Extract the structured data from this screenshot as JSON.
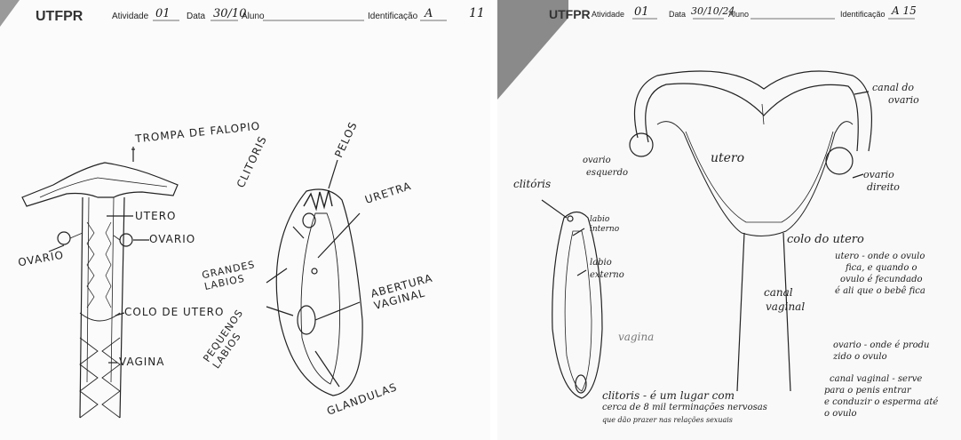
{
  "left": {
    "header": {
      "logo": "UTFPR",
      "atividade_label": "Atividade",
      "atividade_value": "01",
      "data_label": "Data",
      "data_value": "30/10",
      "aluno_label": "Aluno",
      "identificacao_label": "Identificação",
      "identificacao_value": "A",
      "page_number": "11"
    },
    "labels": {
      "trompa": "TROMPA DE FALOPIO",
      "utero": "UTERO",
      "ovario_right": "OVARIO",
      "ovario_left": "OVARIO",
      "colo": "COLO DE UTERO",
      "vagina": "VAGINA",
      "clitoris": "CLITORIS",
      "pelos": "PELOS",
      "uretra": "URETRA",
      "grandes_labios": "GRANDES LABIOS",
      "pequenos_labios": "PEQUENOS LABIOS",
      "abertura_vaginal": "ABERTURA VAGINAL",
      "glandulas": "GLANDULAS"
    }
  },
  "right": {
    "header": {
      "logo": "UTFPR",
      "atividade_label": "Atividade",
      "atividade_value": "01",
      "data_label": "Data",
      "data_value": "30/10/24",
      "aluno_label": "Aluno",
      "identificacao_label": "Identificação",
      "identificacao_value": "A 15"
    },
    "labels": {
      "canal_ovario_1": "canal do",
      "canal_ovario_2": "ovario",
      "utero": "utero",
      "ovario_esq_1": "ovario",
      "ovario_esq_2": "esquerdo",
      "ovario_dir_1": "ovario",
      "ovario_dir_2": "direito",
      "clitoris": "clitóris",
      "labio_int_1": "labio",
      "labio_int_2": "interno",
      "labio_ext_1": "labio",
      "labio_ext_2": "externo",
      "colo": "colo do utero",
      "canal_vaginal_1": "canal",
      "canal_vaginal_2": "vaginal",
      "vagina": "vagina"
    },
    "notes": {
      "utero_note": [
        "utero - onde o ovulo",
        "fica, e quando o",
        "ovulo é fecundado",
        "é ali que o bebê fica"
      ],
      "ovario_note": [
        "ovario - onde é produ",
        "zido o ovulo"
      ],
      "canal_note": [
        "canal vaginal - serve",
        "para o penis entrar",
        "e conduzir o esperma até",
        "o ovulo"
      ],
      "clitoris_note": [
        "clitoris - é um lugar com",
        "cerca de 8 mil terminações nervosas",
        "que dão prazer nas relações sexuais"
      ]
    }
  }
}
